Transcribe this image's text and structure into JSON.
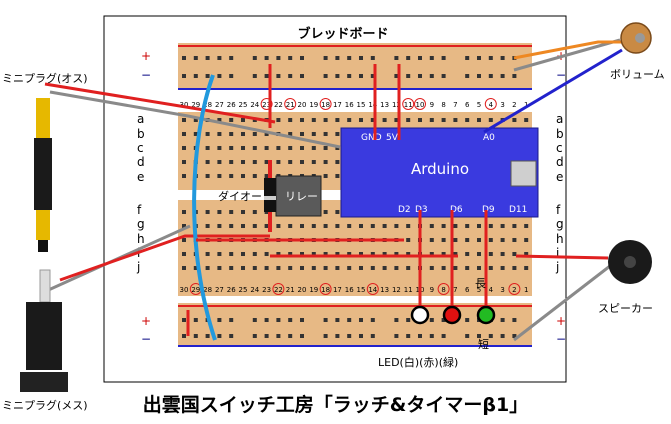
{
  "breadboard": {
    "title": "ブレッドボード",
    "plus": "+",
    "minus": "−",
    "row_labels_left": [
      "a",
      "b",
      "c",
      "d",
      "e",
      "f",
      "g",
      "h",
      "i",
      "j"
    ],
    "row_labels_right": [
      "a",
      "b",
      "c",
      "d",
      "e",
      "f",
      "g",
      "h",
      "i",
      "j"
    ],
    "column_numbers": [
      "30",
      "29",
      "28",
      "27",
      "26",
      "25",
      "24",
      "23",
      "22",
      "21",
      "20",
      "19",
      "18",
      "17",
      "16",
      "15",
      "14",
      "13",
      "12",
      "11",
      "10",
      "9",
      "8",
      "7",
      "6",
      "5",
      "4",
      "3",
      "2",
      "1"
    ],
    "circled_top": [
      "23",
      "21",
      "18",
      "11",
      "10",
      "4"
    ],
    "circled_bottom": [
      "29",
      "22",
      "18",
      "14",
      "8",
      "2"
    ]
  },
  "arduino": {
    "name": "Arduino",
    "pins_top": [
      "GND",
      "5V",
      "A0"
    ],
    "pins_bottom": [
      "D2",
      "D3",
      "D6",
      "D9",
      "D11"
    ],
    "color": "#3a3adf"
  },
  "labels": {
    "mini_plug_male": "ミニプラグ(オス)",
    "mini_plug_female": "ミニプラグ(メス)",
    "volume": "ボリューム",
    "speaker": "スピーカー",
    "diode": "ダイオード",
    "relay": "リレー",
    "led": "LED(白)(赤)(緑)",
    "led_long": "長",
    "led_short": "短"
  },
  "caption": "出雲国スイッチ工房「ラッチ&タイマーβ1」",
  "colors": {
    "wire_red": "#e02020",
    "wire_gray": "#8a8a8a",
    "wire_blue": "#2299dd",
    "wire_orange": "#ee8822",
    "rail_red": "#e02020",
    "rail_blue": "#2222cc",
    "board": "#e7b985"
  }
}
